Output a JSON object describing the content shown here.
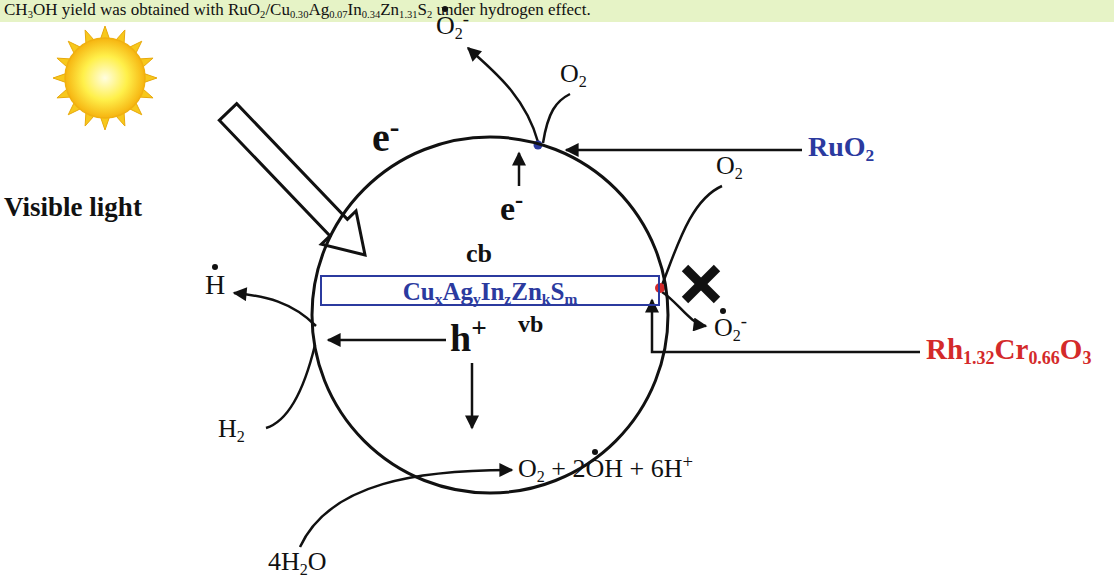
{
  "diagram": {
    "nodes": [
      {
        "text": [
          "e-",
          "cb",
          "h+",
          "vb"
        ]
      },
      {
        "text": [
          "CuxAgyInzZnkSm"
        ],
        "in": 0
      }
    ],
    "labels": [
      "CH3OH yield was obtained with RuO2/Cu0.30Ag0.07In0.34Zn1.31S2 under hydrogen effect.",
      "O2-",
      "O2",
      "e-",
      "Visible light",
      "RuO2",
      "O2",
      "H",
      "O2-",
      "Rh1.32Cr0.66O3",
      "H2",
      "O2 + 2OH + 6H+",
      "4H2O"
    ]
  }
}
